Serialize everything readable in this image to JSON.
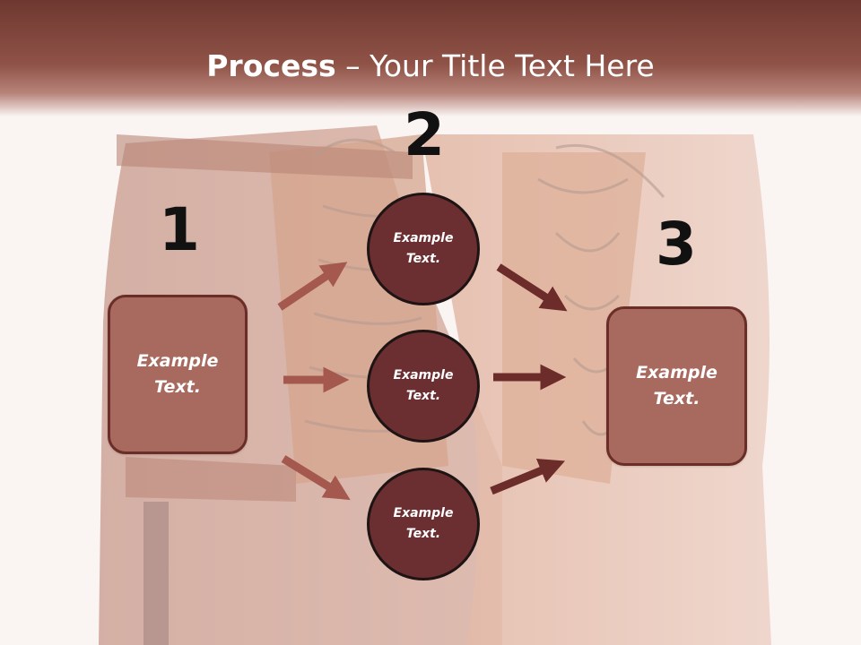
{
  "slide": {
    "title_strong": "Process",
    "title_rest": " – Your Title Text Here"
  },
  "steps": [
    {
      "number": "1",
      "text_line1": "Example",
      "text_line2": "Text."
    },
    {
      "number": "2",
      "text_line1": "Example",
      "text_line2": "Text."
    },
    {
      "number": "3",
      "text_line1": "Example",
      "text_line2": "Text."
    }
  ],
  "circles": [
    {
      "text_line1": "Example",
      "text_line2": "Text."
    },
    {
      "text_line1": "Example",
      "text_line2": "Text."
    },
    {
      "text_line1": "Example",
      "text_line2": "Text."
    }
  ],
  "colors": {
    "title_bar": "#8f5247",
    "box_fill": "#a86a5e",
    "box_border": "#6b2d28",
    "circle_fill": "#6b2f31",
    "arrow_light": "#a4584e",
    "arrow_dark": "#6b2c2a"
  }
}
